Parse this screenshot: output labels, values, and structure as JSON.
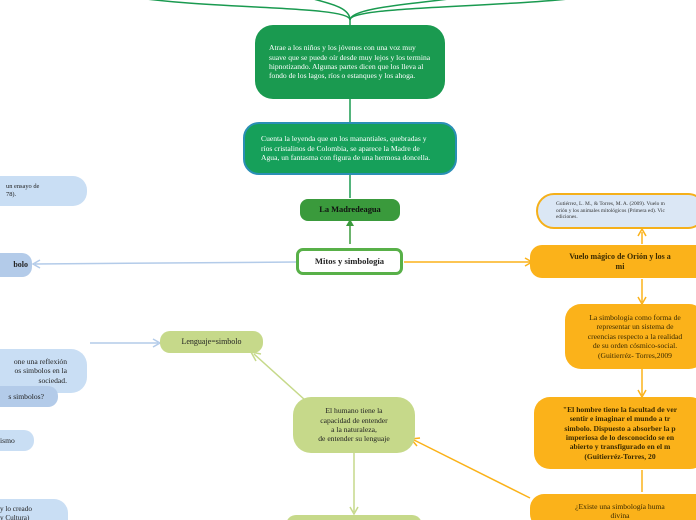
{
  "nodes": {
    "atrae": "Atrae a los niños y los jóvenes con una voz muy suave que se puede oír desde muy lejos y los termina hipnotizando. Algunas partes dicen que los lleva al fondo de los lagos, ríos o estanques y los ahoga.",
    "cuenta": "Cuenta la leyenda que en los manantiales, quebradas y ríos cristalinos de Colombia, se aparece la Madre de Agua, un fantasma con figura de una hermosa doncella.",
    "madreagua": "La Madredeagua",
    "center": "Mitos y simbología",
    "ref": "Gutiérrez, L. M., & Torres, M. A. (2009). Vuelo m\norión y los animales mitológicos (Primera ed). Vic\nediciones.",
    "vuelo": "Vuelo mágico de Orión y los a\nmi",
    "simbologia": "La simbología como forma de\nrepresentar un sistema de\ncreencias respecto a la realidad\nde su orden cósmico-social.\n(Guitierréz- Torres,2009",
    "hombre": "\"El hombre tiene la facultad de ver\nsentir e imaginar el mundo a tr\nsimbolo. Dispuesto a absorber la p\nimperiosa de lo desconocido se en\nabierto y transfigurado en el m\n(Guitierréz-Torres, 20",
    "existe": "¿Existe una simbología huma\ndivina",
    "lenguaje": "Lenguaje=simbolo",
    "humano": "El humano tiene la\ncapacidad de entender\na la naturaleza,\nde entender su lenguaje",
    "ensayo": "un ensayo de\n78).",
    "bolo": "bolo",
    "reflexion": "one una reflexión\nos simbolos en la\nsociedad.",
    "simbolos_q": "s simbolos?",
    "ismo": "ismo",
    "creado": "y lo creado\n y Cultura)"
  }
}
